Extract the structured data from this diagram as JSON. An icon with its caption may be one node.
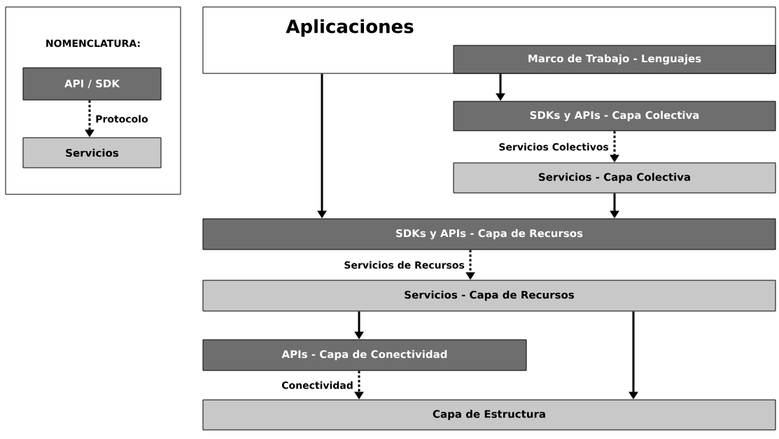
{
  "diagram": {
    "nodes": [
      {
        "text": [
          "NOMENCLATURA:"
        ]
      },
      {
        "text": [
          "API / SDK"
        ],
        "in": 0
      },
      {
        "text": [
          "Servicios"
        ],
        "in": 0
      },
      {
        "text": [
          "Aplicaciones"
        ]
      },
      {
        "text": [
          "Marco de Trabajo - Lenguajes"
        ],
        "in": 3
      },
      {
        "text": [
          "SDKs y APIs - Capa Colectiva"
        ]
      },
      {
        "text": [
          "Servicios - Capa Colectiva"
        ]
      },
      {
        "text": [
          "SDKs y APIs - Capa de Recursos"
        ]
      },
      {
        "text": [
          "Servicios - Capa de Recursos"
        ]
      },
      {
        "text": [
          "APIs - Capa de Conectividad"
        ]
      },
      {
        "text": [
          "Capa de Estructura"
        ]
      }
    ],
    "edges": [
      {
        "from": 1,
        "to": 2,
        "arrow": "to",
        "style": "dashed",
        "label": "Protocolo"
      },
      {
        "from": 4,
        "to": 5,
        "arrow": "to"
      },
      {
        "from": 5,
        "to": 6,
        "arrow": "to",
        "style": "dashed",
        "label": "Servicios Colectivos"
      },
      {
        "from": 6,
        "to": 7,
        "arrow": "to"
      },
      {
        "from": 3,
        "to": 7,
        "arrow": "to"
      },
      {
        "from": 7,
        "to": 8,
        "arrow": "to",
        "style": "dashed",
        "label": "Servicios de Recursos"
      },
      {
        "from": 8,
        "to": 9,
        "arrow": "to"
      },
      {
        "from": 9,
        "to": 10,
        "arrow": "to",
        "style": "dashed",
        "label": "Conectividad"
      },
      {
        "from": 8,
        "to": 10,
        "arrow": "to"
      }
    ]
  }
}
